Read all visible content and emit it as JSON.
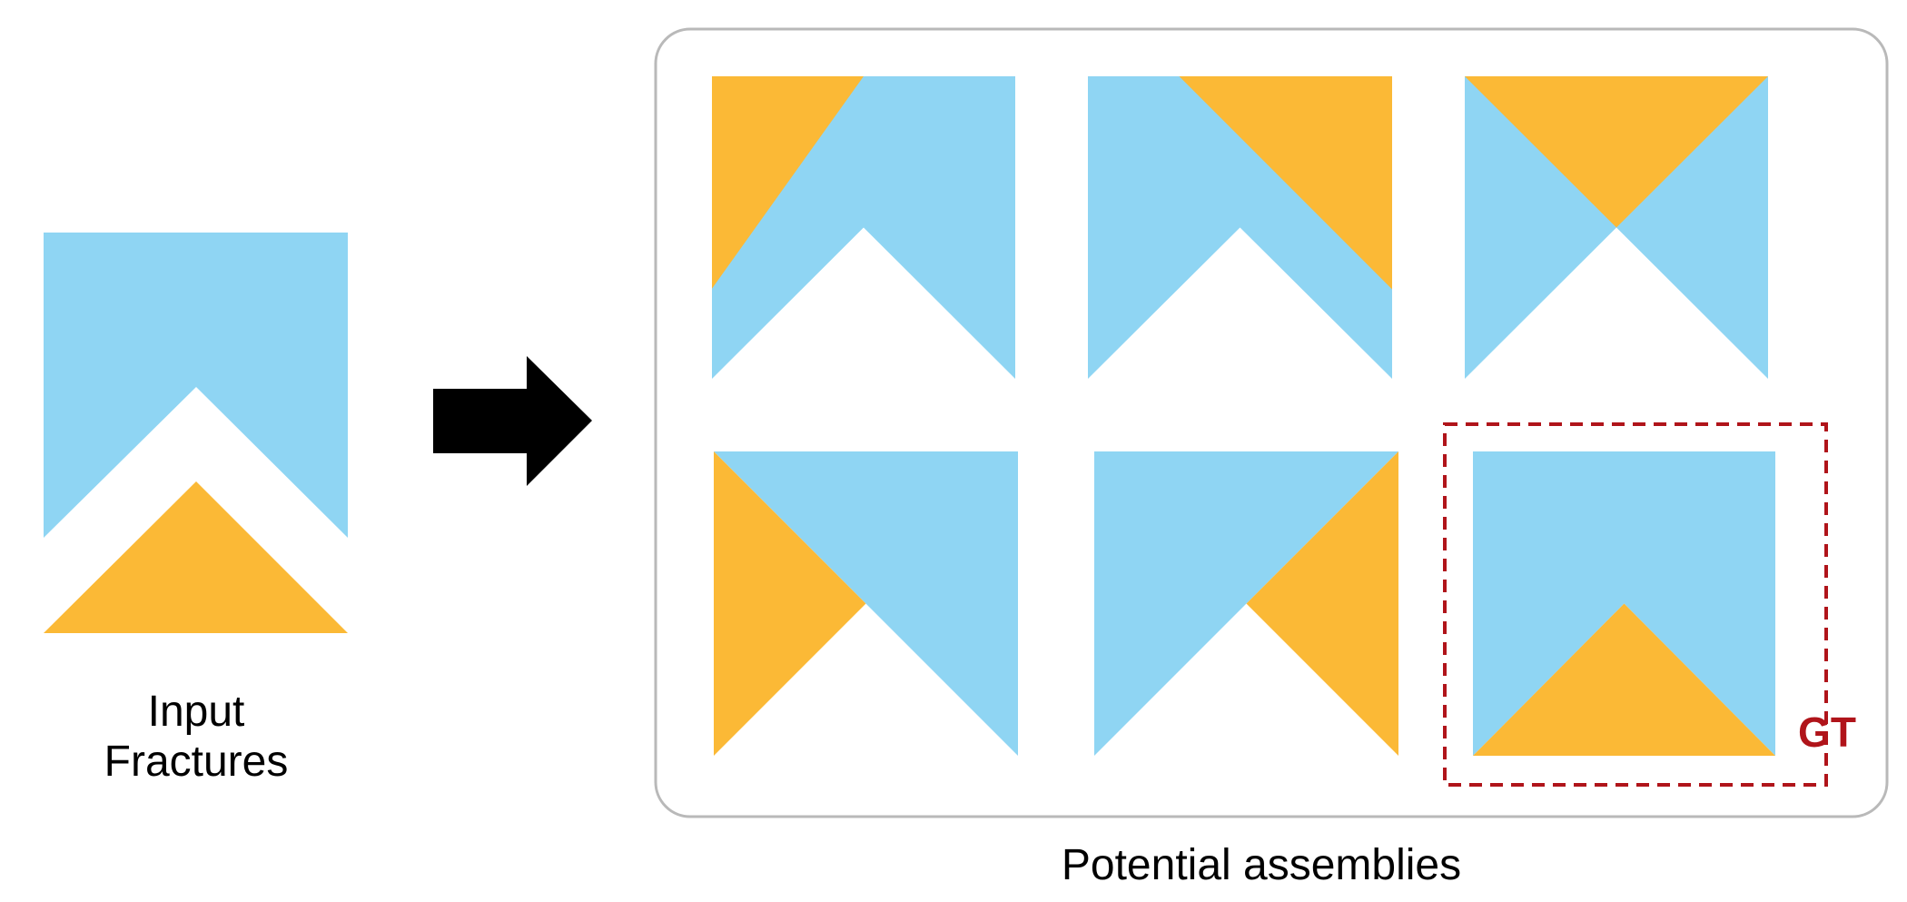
{
  "colors": {
    "blue": "#8fd5f3",
    "orange": "#fbb936",
    "arrow": "#000000",
    "frame": "#b9b9b9",
    "gt": "#b0141a"
  },
  "input": {
    "label_line1": "Input",
    "label_line2": "Fractures"
  },
  "assemblies": {
    "label": "Potential assemblies",
    "gt_label": "GT"
  },
  "icons": {
    "arrow": "right-arrow-icon"
  }
}
